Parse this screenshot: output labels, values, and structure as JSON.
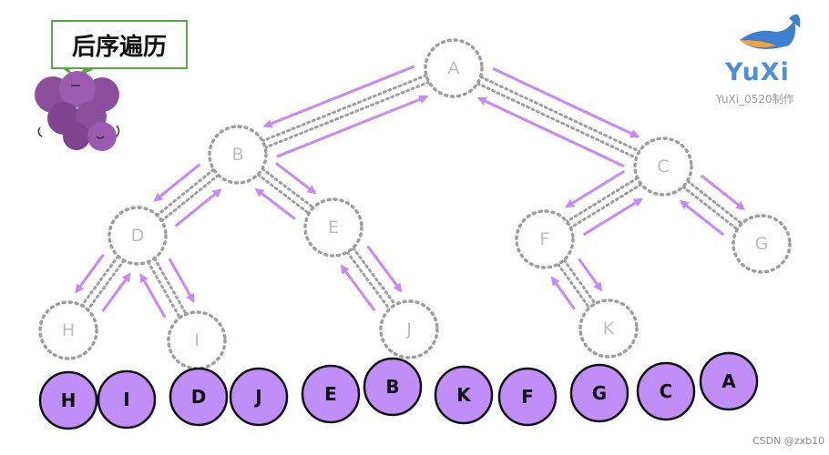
{
  "title": "后序遍历",
  "logo": {
    "name": "YuXi",
    "subtitle": "YuXi_0520制作"
  },
  "credit": "CSDN @zxb10",
  "colors": {
    "arrow": "#c58af5",
    "sequence_fill": "#c18df7",
    "node_border": "#9e9e9e",
    "title_border": "#5aa946",
    "logo": "#4f8fd6"
  },
  "tree": {
    "nodes": [
      {
        "id": "A",
        "label": "A"
      },
      {
        "id": "B",
        "label": "B"
      },
      {
        "id": "C",
        "label": "C"
      },
      {
        "id": "D",
        "label": "D"
      },
      {
        "id": "E",
        "label": "E"
      },
      {
        "id": "F",
        "label": "F"
      },
      {
        "id": "G",
        "label": "G"
      },
      {
        "id": "H",
        "label": "H"
      },
      {
        "id": "I",
        "label": "I"
      },
      {
        "id": "J",
        "label": "J"
      },
      {
        "id": "K",
        "label": "K"
      }
    ],
    "edges": [
      [
        "A",
        "B"
      ],
      [
        "A",
        "C"
      ],
      [
        "B",
        "D"
      ],
      [
        "B",
        "E"
      ],
      [
        "D",
        "H"
      ],
      [
        "D",
        "I"
      ],
      [
        "E",
        "J"
      ],
      [
        "C",
        "F"
      ],
      [
        "C",
        "G"
      ],
      [
        "F",
        "K"
      ]
    ]
  },
  "sequence": [
    "H",
    "I",
    "D",
    "J",
    "E",
    "B",
    "K",
    "F",
    "G",
    "C",
    "A"
  ]
}
